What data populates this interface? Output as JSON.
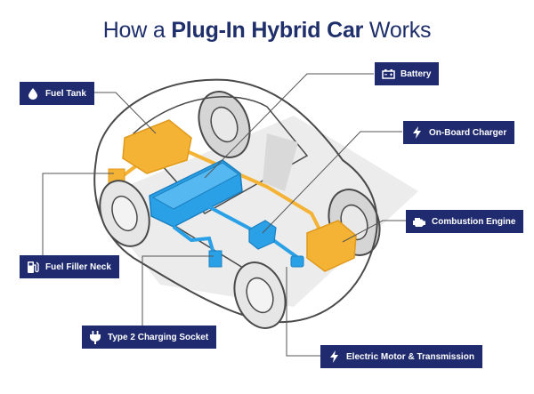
{
  "title": {
    "prefix": "How a",
    "bold": "Plug-In Hybrid Car",
    "suffix": "Works"
  },
  "labels": {
    "fuel_tank": "Fuel Tank",
    "battery": "Battery",
    "on_board_charger": "On-Board Charger",
    "combustion_engine": "Combustion Engine",
    "fuel_filler_neck": "Fuel Filler Neck",
    "type2_socket": "Type 2 Charging Socket",
    "motor_transmission": "Electric Motor & Transmission"
  },
  "icons": {
    "fuel_tank": "droplet-icon",
    "battery": "battery-icon",
    "on_board_charger": "lightning-icon",
    "combustion_engine": "engine-icon",
    "fuel_filler_neck": "fuel-pump-icon",
    "type2_socket": "plug-icon",
    "motor_transmission": "lightning-icon"
  },
  "colors": {
    "navy": "#1f2b6e",
    "fuel_orange": "#f5b335",
    "electric_blue": "#2aa0e6",
    "car_outline": "#4a4a4a",
    "leader_line": "#555555"
  }
}
